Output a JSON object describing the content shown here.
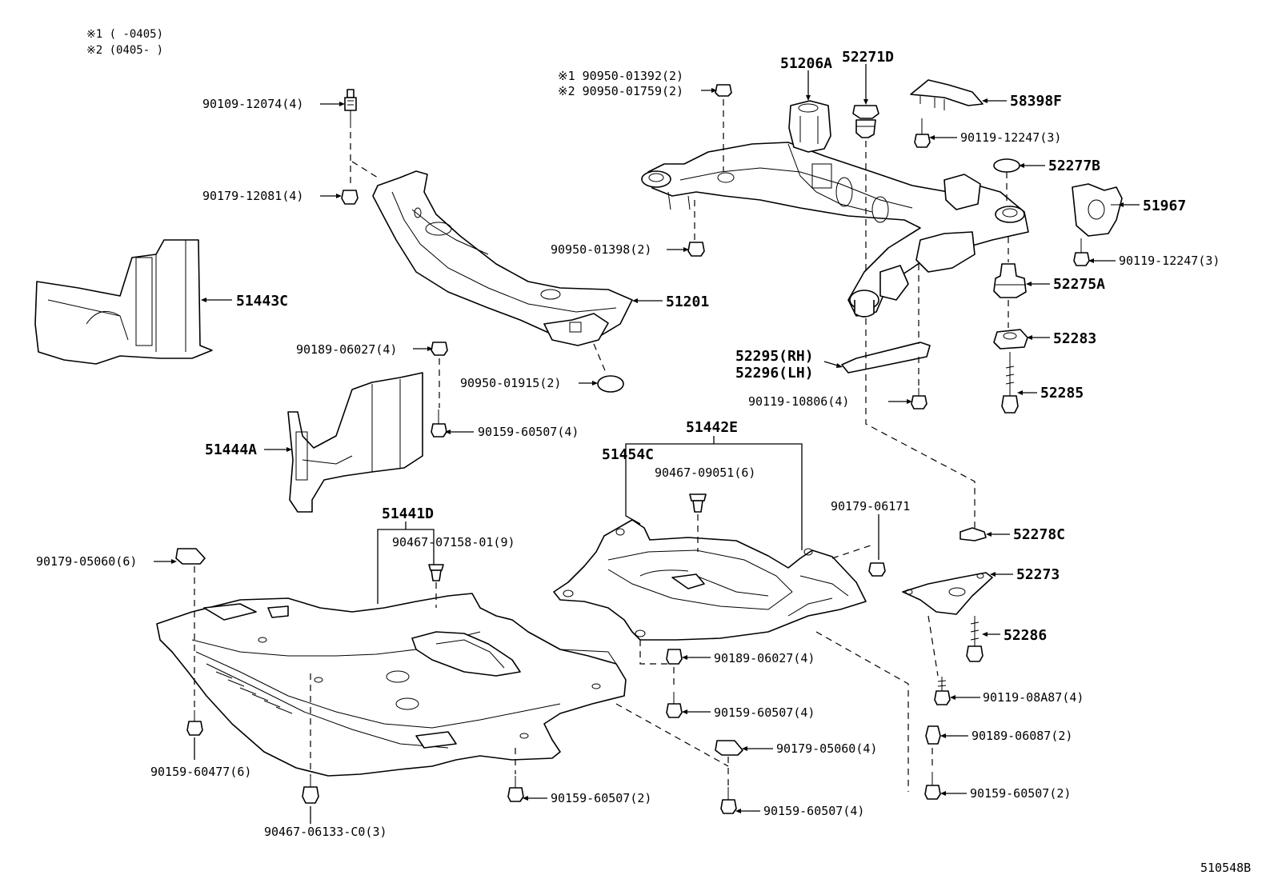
{
  "notes": {
    "n1": "※1 (     -0405)",
    "n2": "※2 (0405-     )"
  },
  "labels": {
    "l_90109_12074": "90109-12074(4)",
    "l_90179_12081": "90179-12081(4)",
    "l_51443C": "51443C",
    "l_90950_01392": "※1 90950-01392(2)",
    "l_90950_01759": "※2 90950-01759(2)",
    "l_90950_01398": "90950-01398(2)",
    "l_51201": "51201",
    "l_90189_06027_a": "90189-06027(4)",
    "l_90950_01915": "90950-01915(2)",
    "l_90159_60507_a": "90159-60507(4)",
    "l_51444A": "51444A",
    "l_51206A": "51206A",
    "l_52271D": "52271D",
    "l_58398F": "58398F",
    "l_90119_12247_a": "90119-12247(3)",
    "l_52277B": "52277B",
    "l_51967": "51967",
    "l_90119_12247_b": "90119-12247(3)",
    "l_52275A": "52275A",
    "l_52283": "52283",
    "l_52295": "52295(RH)",
    "l_52296": "52296(LH)",
    "l_52285": "52285",
    "l_90119_10806": "90119-10806(4)",
    "l_51442E": "51442E",
    "l_51454C": "51454C",
    "l_90467_09051": "90467-09051(6)",
    "l_90179_06171": "90179-06171",
    "l_52278C": "52278C",
    "l_51441D": "51441D",
    "l_90467_07158": "90467-07158-01(9)",
    "l_90179_05060_a": "90179-05060(6)",
    "l_52273": "52273",
    "l_52286": "52286",
    "l_90189_06027_b": "90189-06027(4)",
    "l_90159_60507_b": "90159-60507(4)",
    "l_90119_08A87": "90119-08A87(4)",
    "l_90189_06087": "90189-06087(2)",
    "l_90179_05060_b": "90179-05060(4)",
    "l_90159_60477": "90159-60477(6)",
    "l_90159_60507_c": "90159-60507(2)",
    "l_90159_60507_d": "90159-60507(4)",
    "l_90159_60507_e": "90159-60507(2)",
    "l_90467_06133": "90467-06133-C0(3)"
  },
  "figure_id": "510548B"
}
